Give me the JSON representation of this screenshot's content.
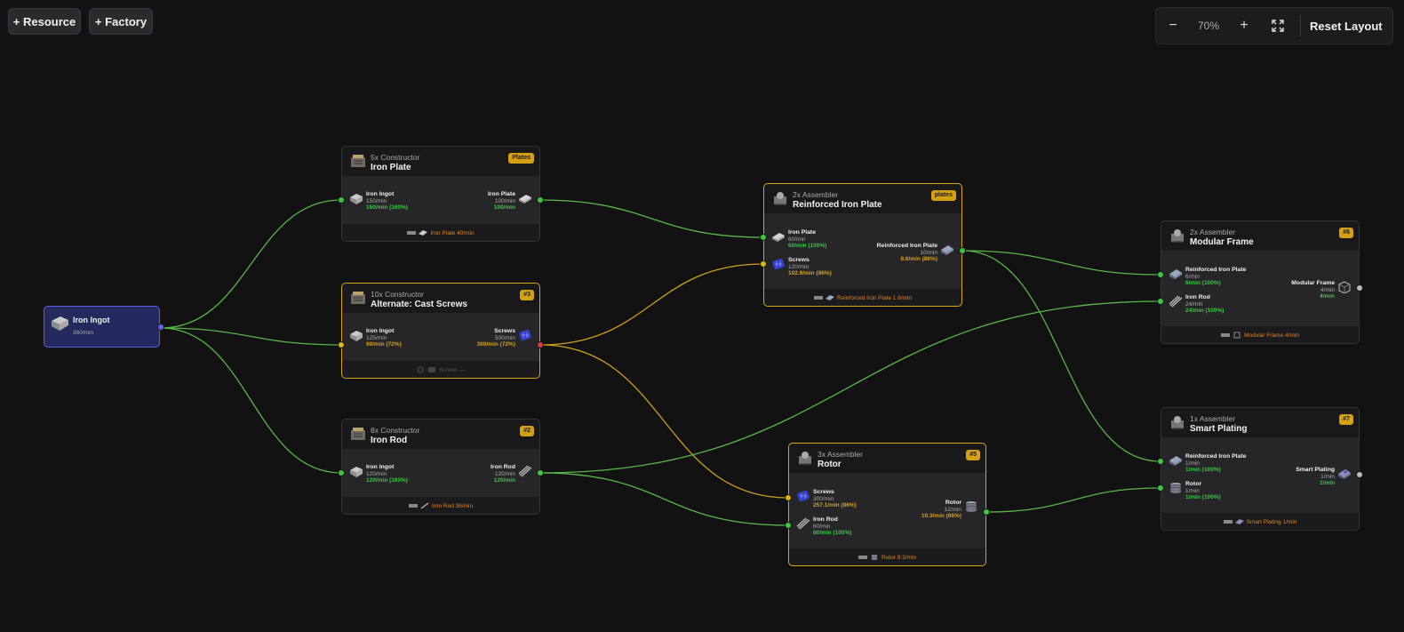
{
  "toolbar": {
    "add_resource_label": "+ Resource",
    "add_factory_label": "+ Factory",
    "zoom_out_label": "−",
    "zoom_level": "70%",
    "zoom_in_label": "+",
    "reset_layout_label": "Reset Layout"
  },
  "colors": {
    "ok": "#37c940",
    "warning": "#d6a21c",
    "error": "#d83c3c",
    "resource": "#5f64e8",
    "badge": "#d4a014",
    "edge_green": "#58b548",
    "edge_yellow": "#c9a21a"
  },
  "resource": {
    "title": "Iron Ingot",
    "rate": "360/min",
    "icon": "ingot-icon"
  },
  "nodes": {
    "iron_plate": {
      "machine": "5x Constructor",
      "title": "Iron Plate",
      "badge": "Plates",
      "input": {
        "name": "Iron Ingot",
        "rate": "150/min",
        "status": "150/min (100%)"
      },
      "output": {
        "name": "Iron Plate",
        "rate": "100/min",
        "status": "100/min"
      },
      "footer": "Iron Plate 40/min"
    },
    "cast_screws": {
      "machine": "10x Constructor",
      "title": "Alternate: Cast Screws",
      "badge": "#3",
      "input": {
        "name": "Iron Ingot",
        "rate": "125/min",
        "status": "90/min (72%)"
      },
      "output": {
        "name": "Screws",
        "rate": "500/min",
        "status": "360/min (72%)"
      },
      "footer": "Screws —"
    },
    "iron_rod": {
      "machine": "8x Constructor",
      "title": "Iron Rod",
      "badge": "#2",
      "input": {
        "name": "Iron Ingot",
        "rate": "120/min",
        "status": "120/min (100%)"
      },
      "output": {
        "name": "Iron Rod",
        "rate": "120/min",
        "status": "120/min"
      },
      "footer": "Iron Rod 36/min"
    },
    "reinforced_plate": {
      "machine": "2x Assembler",
      "title": "Reinforced Iron Plate",
      "badge": "plates",
      "inputs": [
        {
          "name": "Iron Plate",
          "rate": "60/min",
          "status": "60/min (100%)"
        },
        {
          "name": "Screws",
          "rate": "120/min",
          "status": "102.9/min (86%)"
        }
      ],
      "output": {
        "name": "Reinforced Iron Plate",
        "rate": "10/min",
        "status": "8.6/min (86%)"
      },
      "footer": "Reinforced Iron Plate 1.6/min"
    },
    "rotor": {
      "machine": "3x Assembler",
      "title": "Rotor",
      "badge": "#5",
      "inputs": [
        {
          "name": "Screws",
          "rate": "300/min",
          "status": "257.1/min (86%)"
        },
        {
          "name": "Iron Rod",
          "rate": "60/min",
          "status": "60/min (100%)"
        }
      ],
      "output": {
        "name": "Rotor",
        "rate": "12/min",
        "status": "10.3/min (86%)"
      },
      "footer": "Rotor 9.3/min"
    },
    "modular_frame": {
      "machine": "2x Assembler",
      "title": "Modular Frame",
      "badge": "#6",
      "inputs": [
        {
          "name": "Reinforced Iron Plate",
          "rate": "6/min",
          "status": "6/min (100%)"
        },
        {
          "name": "Iron Rod",
          "rate": "24/min",
          "status": "24/min (100%)"
        }
      ],
      "output": {
        "name": "Modular Frame",
        "rate": "4/min",
        "status": "4/min"
      },
      "footer": "Modular Frame 4/min"
    },
    "smart_plating": {
      "machine": "1x Assembler",
      "title": "Smart Plating",
      "badge": "#7",
      "inputs": [
        {
          "name": "Reinforced Iron Plate",
          "rate": "1/min",
          "status": "1/min (100%)"
        },
        {
          "name": "Rotor",
          "rate": "1/min",
          "status": "1/min (100%)"
        }
      ],
      "output": {
        "name": "Smart Plating",
        "rate": "1/min",
        "status": "1/min"
      },
      "footer": "Smart Plating 1/min"
    }
  }
}
